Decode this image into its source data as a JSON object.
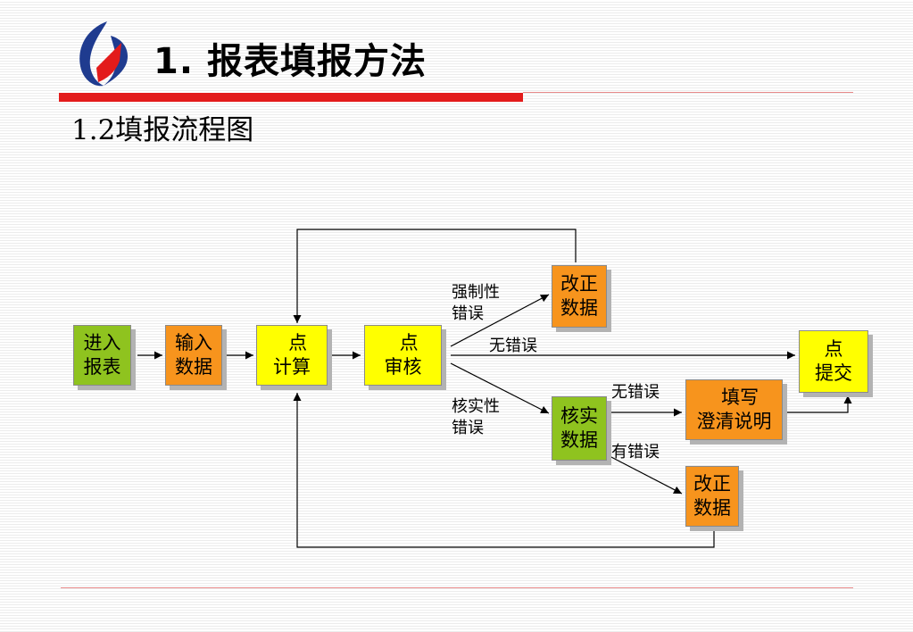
{
  "page": {
    "title": "1. 报表填报方法",
    "subtitle": "1.2填报流程图"
  },
  "colors": {
    "accent_red": "#e31b1b",
    "logo_blue": "#1f3b8f",
    "node_green": "#8fc31f",
    "node_orange": "#f7941d",
    "node_yellow": "#ffff00"
  },
  "flow": {
    "nodes": {
      "enter_report": "进入\n报表",
      "input_data": "输入\n数据",
      "calculate": "  点\n计算",
      "audit": "  点\n审核",
      "correct_top": "改正\n数据",
      "submit": "点\n提交",
      "verify": "核实\n数据",
      "explain": "  填写\n澄清说明",
      "correct_bottom": "改正\n数据"
    },
    "edge_labels": {
      "mandatory_error": "强制性\n错误",
      "no_error_main": "无错误",
      "verify_error": "核实性\n错误",
      "no_error_verify": "无错误",
      "has_error": "有错误"
    }
  }
}
